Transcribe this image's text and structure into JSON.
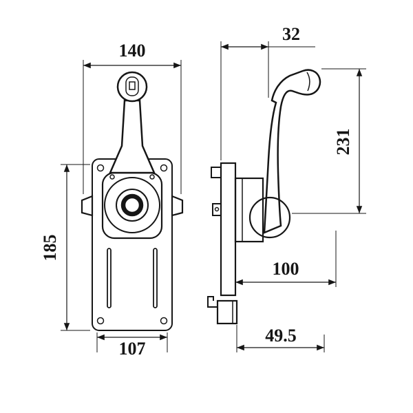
{
  "page": {
    "background": "#ffffff",
    "ink": "#161616"
  },
  "drawing": {
    "front_view": {
      "overall_width_mm": "140",
      "body_height_mm": "185",
      "body_width_mm": "107"
    },
    "side_view": {
      "panel_offset_mm": "32",
      "lever_height_mm": "231",
      "housing_depth_mm": "100",
      "bracket_offset_mm": "49.5"
    }
  }
}
